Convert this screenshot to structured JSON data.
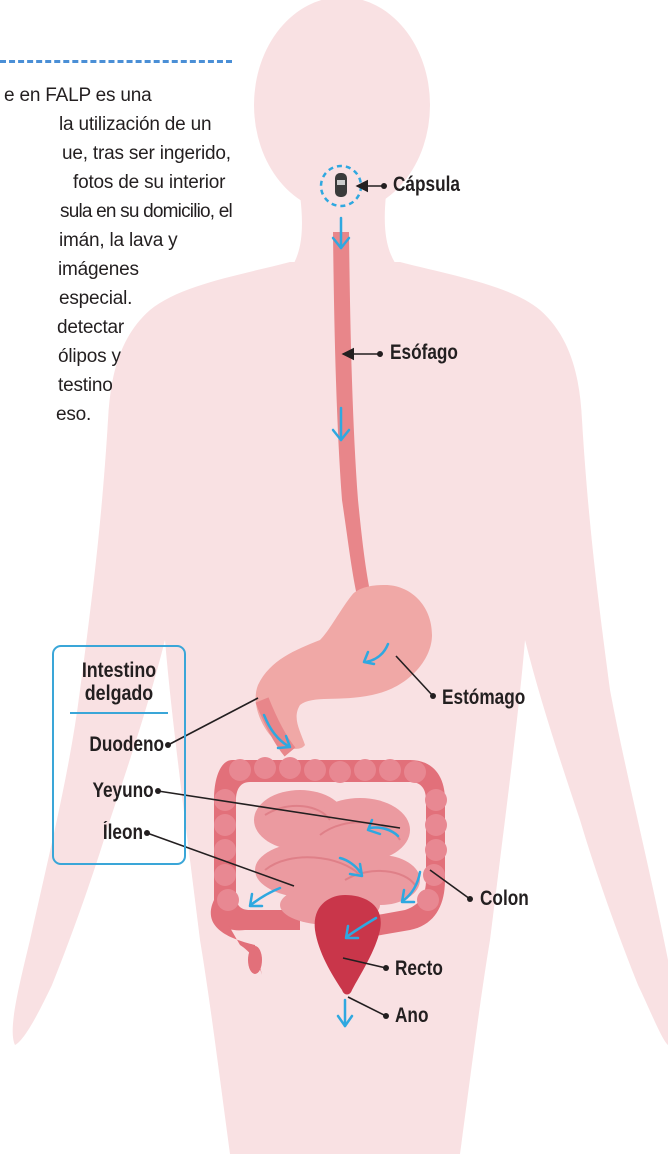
{
  "intro_text": [
    "e en FALP es una",
    "la utilización de un",
    "ue, tras ser ingerido,",
    "fotos de su interior",
    "sula en su domicilio, el",
    "imán, la lava y",
    "imágenes",
    "especial.",
    "detectar",
    "ólipos y",
    "testino",
    "eso."
  ],
  "labels": {
    "capsula": "Cápsula",
    "esofago": "Esófago",
    "estomago": "Estómago",
    "colon": "Colon",
    "recto": "Recto",
    "ano": "Ano",
    "duodeno": "Duodeno",
    "yeyuno": "Yeyuno",
    "ileon": "Íleon"
  },
  "box": {
    "title_line1": "Intestino",
    "title_line2": "delgado"
  },
  "colors": {
    "body_silhouette": "#f9e1e3",
    "esophagus": "#e8868a",
    "colon": "#e2707a",
    "stomach": "#f0a8a6",
    "rectum": "#c9364a",
    "arrow_blue": "#2fa8e0",
    "leader": "#231f20",
    "box_border": "#3aa6d8"
  }
}
